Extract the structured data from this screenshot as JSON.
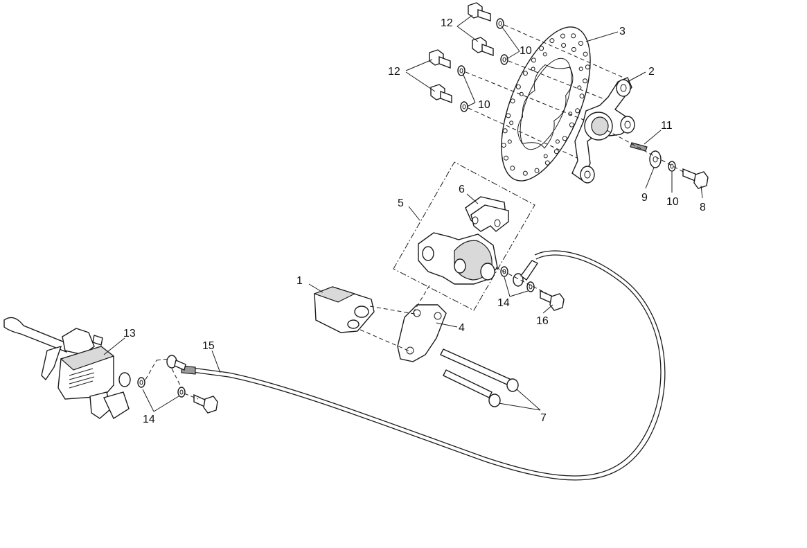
{
  "diagram": {
    "type": "exploded-parts-diagram",
    "callouts": {
      "c1": "1",
      "c2": "2",
      "c3": "3",
      "c4": "4",
      "c5": "5",
      "c6": "6",
      "c7": "7",
      "c8": "8",
      "c9": "9",
      "c10a": "10",
      "c10b": "10",
      "c10c": "10",
      "c11": "11",
      "c12a": "12",
      "c12b": "12",
      "c13": "13",
      "c14a": "14",
      "c14b": "14",
      "c15": "15",
      "c16": "16"
    },
    "colors": {
      "line": "#1a1a1a",
      "fill": "#ffffff",
      "shade": "#d9d9d9"
    }
  }
}
